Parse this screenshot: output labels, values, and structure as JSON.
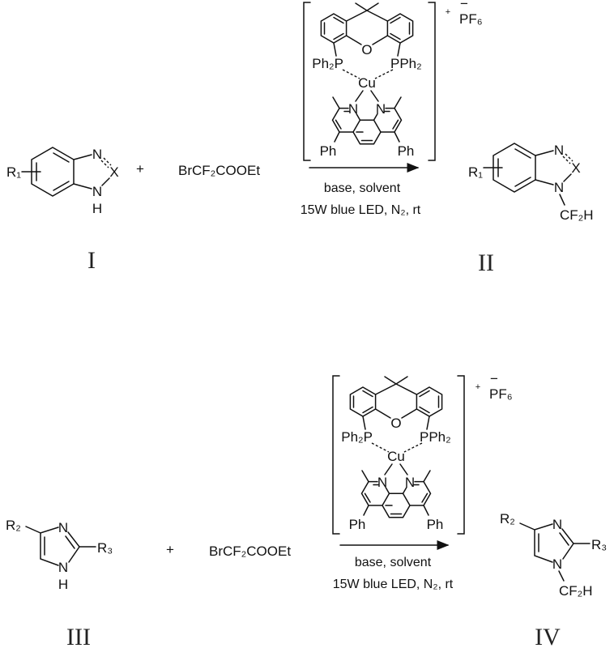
{
  "scheme1": {
    "reactant_label": "I",
    "product_label": "II",
    "substituent": "R₁",
    "ring_atoms": {
      "n_top": "N",
      "x": "X",
      "n_bottom": "N",
      "h": "H"
    },
    "product_group": "CF₂H",
    "plus": "+",
    "reagent": "BrCF₂COOEt",
    "conditions_line1": "base, solvent",
    "conditions_line2": "15W blue LED, N₂, rt"
  },
  "scheme2": {
    "reactant_label": "III",
    "product_label": "IV",
    "substituent_4": "R₂",
    "substituent_2": "R₃",
    "ring_atoms": {
      "n3": "N",
      "n1": "N",
      "h": "H"
    },
    "product_group": "CF₂H",
    "plus": "+",
    "reagent": "BrCF₂COOEt",
    "conditions_line1": "base, solvent",
    "conditions_line2": "15W blue LED, N₂, rt"
  },
  "catalyst": {
    "oxygen": "O",
    "phosphine_left": "Ph₂P",
    "phosphine_right": "PPh₂",
    "metal": "Cu",
    "nitrogen_left": "N",
    "nitrogen_right": "N",
    "phenyl_left": "Ph",
    "phenyl_right": "Ph",
    "cation_charge": "+",
    "anion_charge": "−",
    "counterion": "PF₆"
  }
}
